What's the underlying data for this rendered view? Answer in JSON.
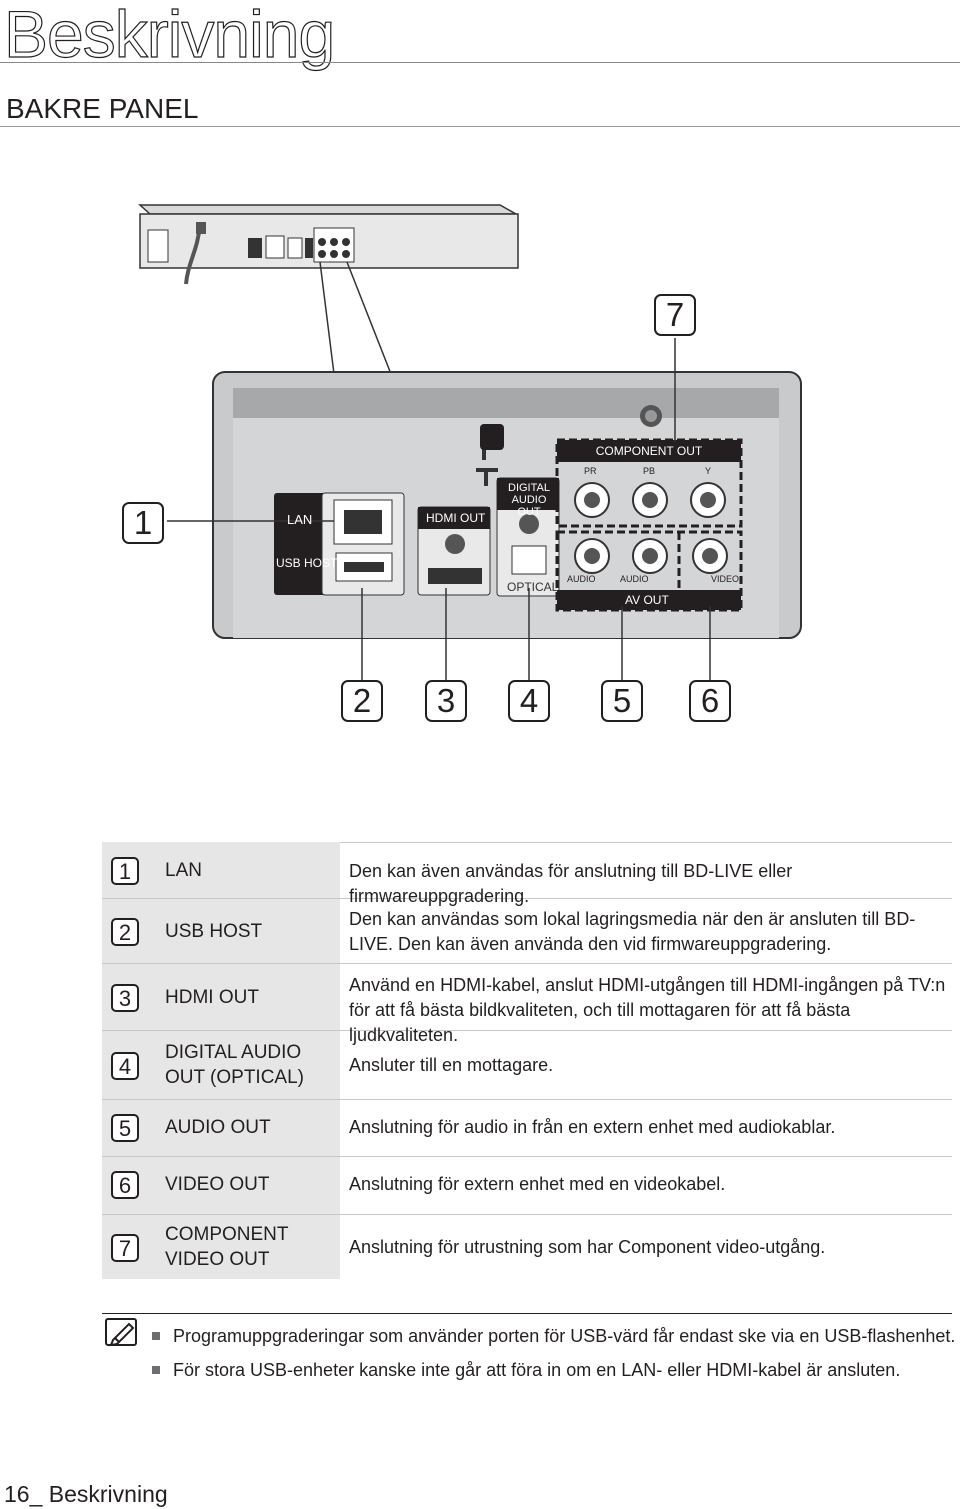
{
  "header": {
    "title": "Beskrivning",
    "section": "BAKRE PANEL"
  },
  "diagram": {
    "callouts": [
      "1",
      "2",
      "3",
      "4",
      "5",
      "6",
      "7"
    ],
    "panel_labels": {
      "lan": "LAN",
      "usb_host": "USB HOST",
      "hdmi_out": "HDMI OUT",
      "digital_audio_out": "DIGITAL AUDIO OUT",
      "optical": "OPTICAL",
      "component_out": "COMPONENT OUT",
      "pr": "PR",
      "pb": "PB",
      "y": "Y",
      "audio_r": "AUDIO",
      "audio_l": "AUDIO",
      "video": "VIDEO",
      "av_out": "AV OUT"
    }
  },
  "table": {
    "rows": [
      {
        "num": "1",
        "name": "LAN",
        "desc": "Den kan även användas för anslutning till BD-LIVE eller firmwareuppgradering."
      },
      {
        "num": "2",
        "name": "USB HOST",
        "desc": "Den kan användas som lokal lagringsmedia när den är ansluten till BD-LIVE. Den kan även använda den vid firmwareuppgradering."
      },
      {
        "num": "3",
        "name": "HDMI OUT",
        "desc": "Använd en HDMI-kabel, anslut HDMI-utgången till HDMI-ingången på TV:n för att få bästa bildkvaliteten, och till mottagaren för att få bästa ljudkvaliteten."
      },
      {
        "num": "4",
        "name": "DIGITAL AUDIO OUT (OPTICAL)",
        "desc": "Ansluter till en mottagare."
      },
      {
        "num": "5",
        "name": "AUDIO OUT",
        "desc": "Anslutning för audio in från en extern enhet med audiokablar."
      },
      {
        "num": "6",
        "name": "VIDEO OUT",
        "desc": "Anslutning för extern enhet med en videokabel."
      },
      {
        "num": "7",
        "name": "COMPONENT VIDEO OUT",
        "desc": "Anslutning för utrustning som har Component video-utgång."
      }
    ]
  },
  "notes": [
    "Programuppgraderingar som använder porten för USB-värd får endast ske via en USB-flashenhet.",
    "För stora USB-enheter kanske inte går att föra in om en LAN- eller HDMI-kabel är ansluten."
  ],
  "footer": {
    "page": "16_ Beskrivning"
  }
}
